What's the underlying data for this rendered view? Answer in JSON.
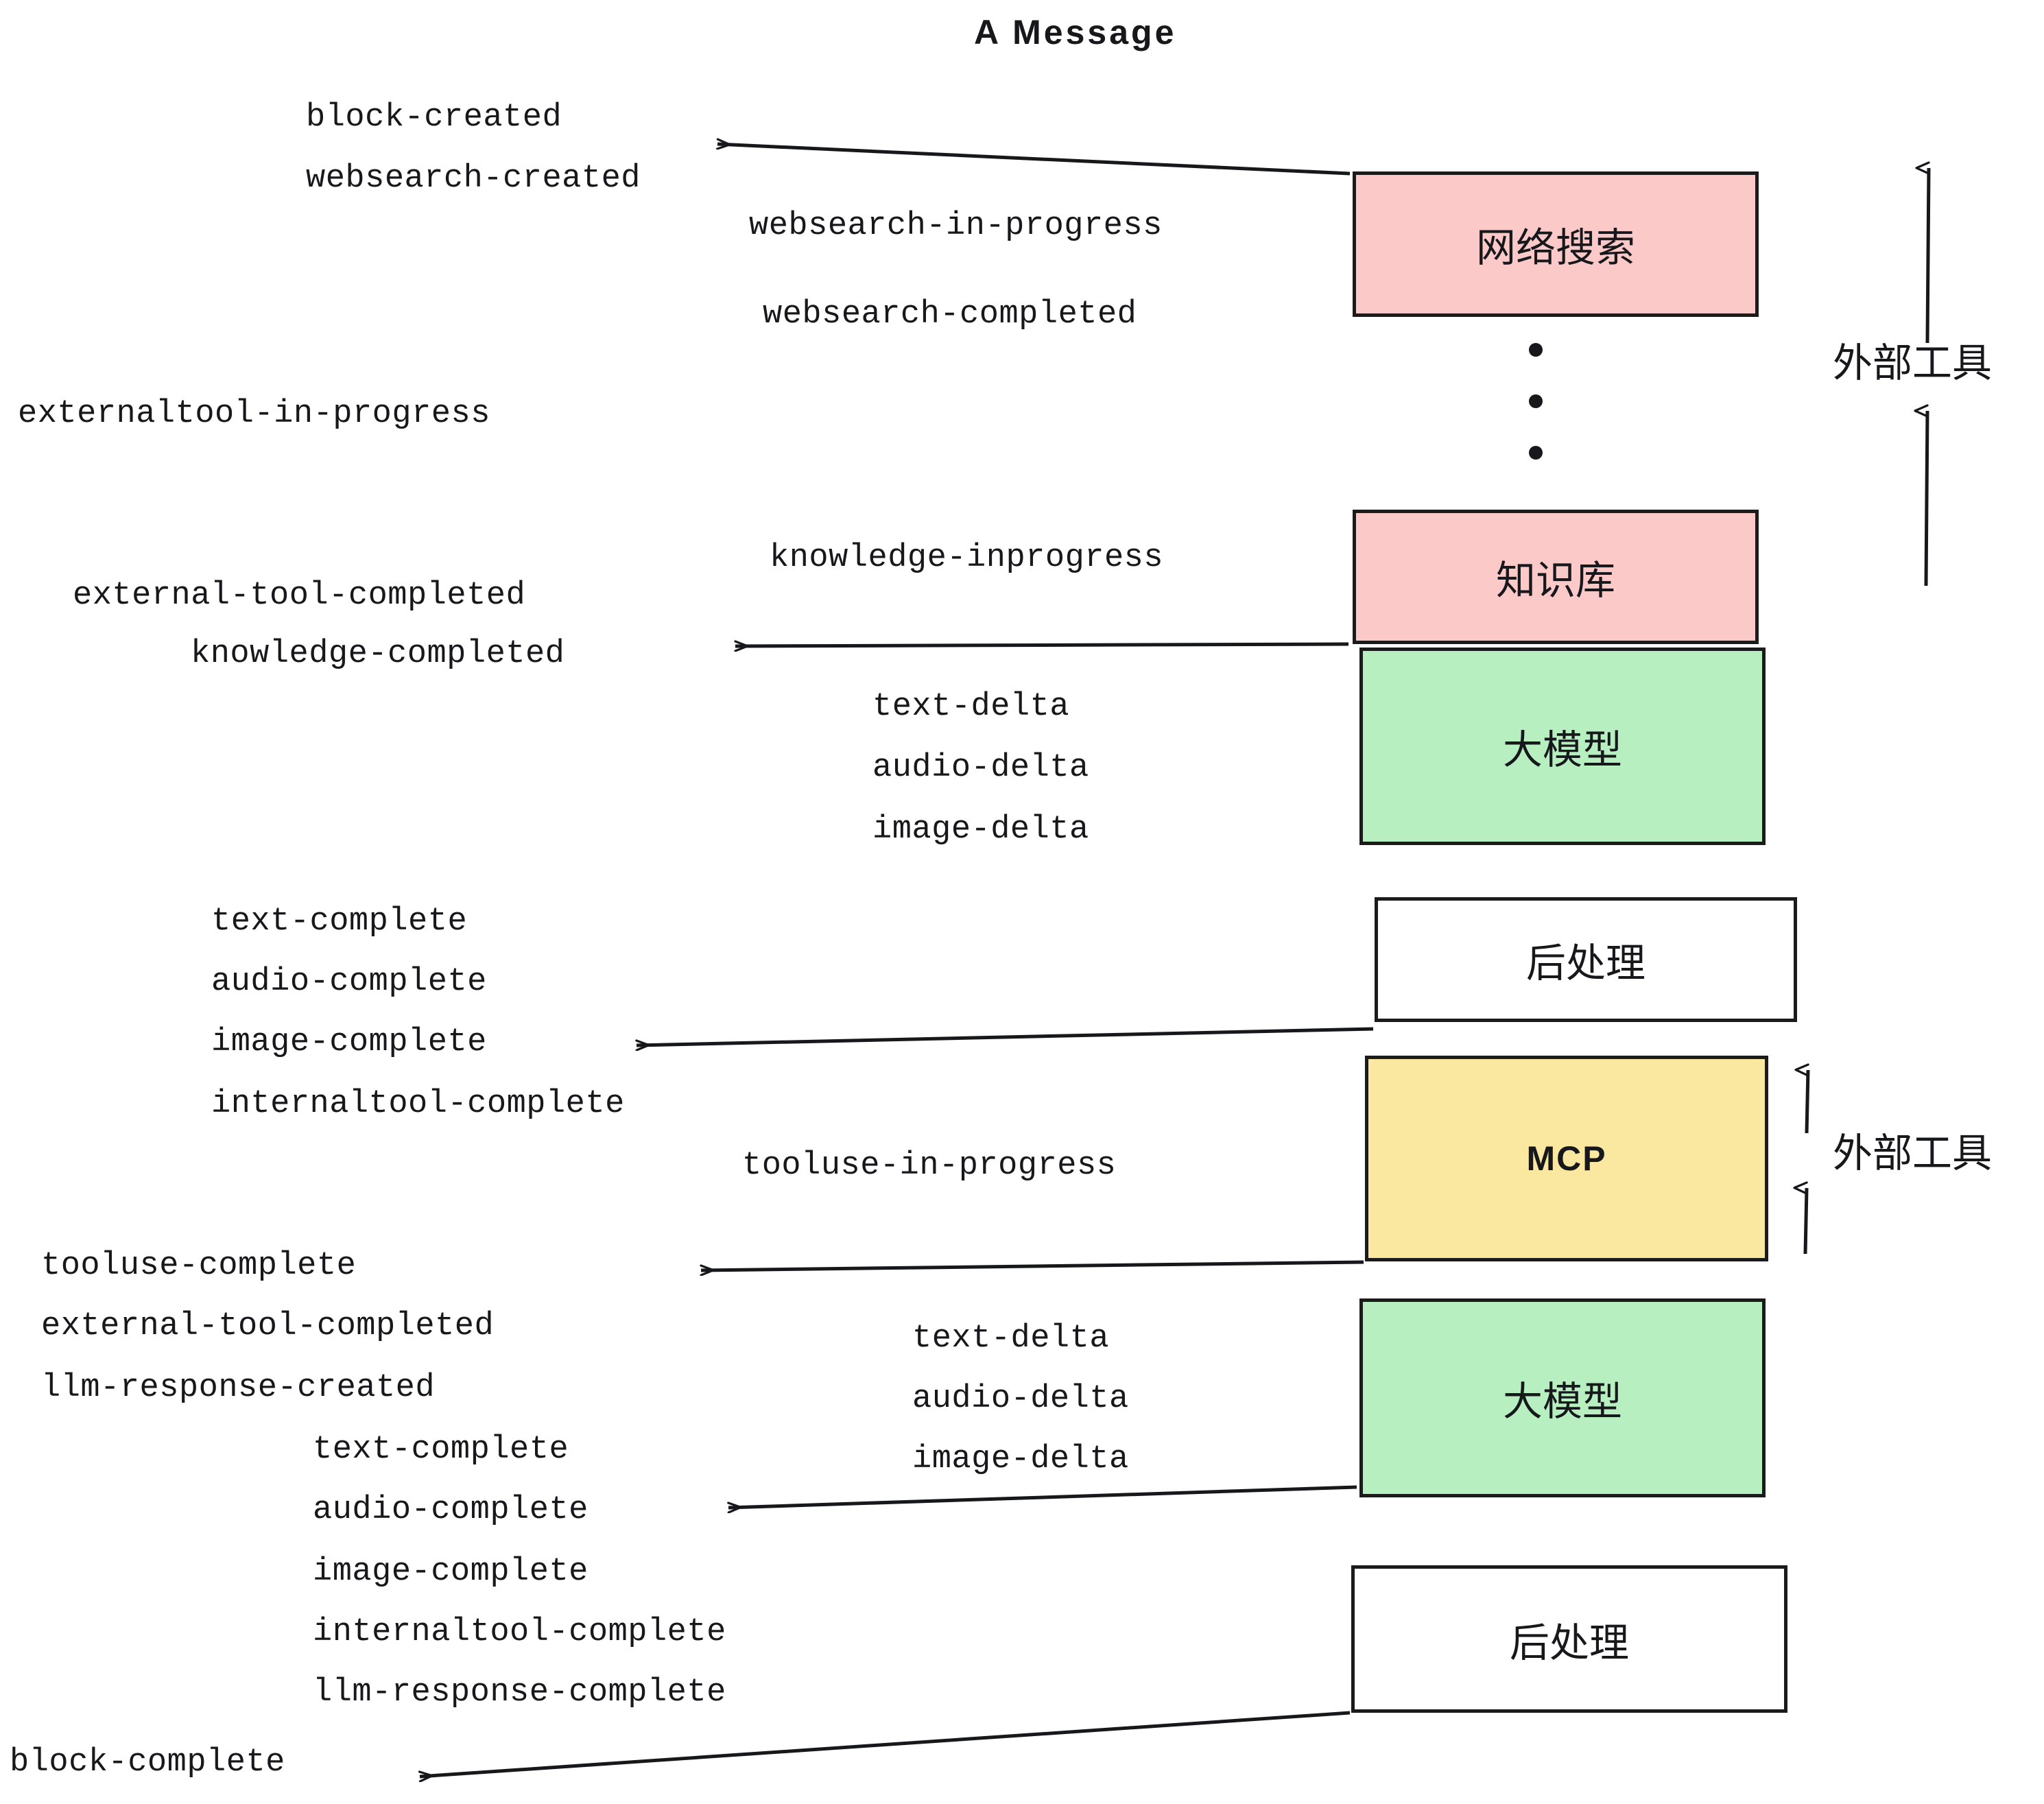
{
  "diagram": {
    "title": "A Message",
    "colors": {
      "pink": "#FCC9C9",
      "green": "#B7EFC0",
      "yellow": "#FBE8A0",
      "white": "#FFFFFF",
      "stroke": "#1b1b1b",
      "text": "#16181c",
      "background": "#FFFFFF"
    },
    "nodes": [
      {
        "id": "websearch",
        "label": "网络搜索",
        "fill": "pink"
      },
      {
        "id": "knowledge",
        "label": "知识库",
        "fill": "pink"
      },
      {
        "id": "llm-1",
        "label": "大模型",
        "fill": "green"
      },
      {
        "id": "postprocess-1",
        "label": "后处理",
        "fill": "white"
      },
      {
        "id": "mcp",
        "label": "MCP",
        "fill": "yellow"
      },
      {
        "id": "llm-2",
        "label": "大模型",
        "fill": "green"
      },
      {
        "id": "postprocess-2",
        "label": "后处理",
        "fill": "white"
      }
    ],
    "side_labels": [
      {
        "id": "external-tools-top",
        "label": "外部工具"
      },
      {
        "id": "external-tools-bottom",
        "label": "外部工具"
      }
    ],
    "ellipsis_dots": 3,
    "events": [
      {
        "id": "e01",
        "text": "block-created"
      },
      {
        "id": "e02",
        "text": "websearch-created"
      },
      {
        "id": "e03",
        "text": "websearch-in-progress"
      },
      {
        "id": "e04",
        "text": "websearch-completed"
      },
      {
        "id": "e05",
        "text": "externaltool-in-progress"
      },
      {
        "id": "e06",
        "text": "knowledge-inprogress"
      },
      {
        "id": "e07",
        "text": "external-tool-completed"
      },
      {
        "id": "e08",
        "text": "knowledge-completed"
      },
      {
        "id": "e09",
        "text": "text-delta"
      },
      {
        "id": "e10",
        "text": "audio-delta"
      },
      {
        "id": "e11",
        "text": "image-delta"
      },
      {
        "id": "e12",
        "text": "text-complete"
      },
      {
        "id": "e13",
        "text": "audio-complete"
      },
      {
        "id": "e14",
        "text": "image-complete"
      },
      {
        "id": "e15",
        "text": "internaltool-complete"
      },
      {
        "id": "e16",
        "text": "tooluse-in-progress"
      },
      {
        "id": "e17",
        "text": "tooluse-complete"
      },
      {
        "id": "e18",
        "text": "external-tool-completed"
      },
      {
        "id": "e19",
        "text": "llm-response-created"
      },
      {
        "id": "e20",
        "text": "text-delta"
      },
      {
        "id": "e21",
        "text": "audio-delta"
      },
      {
        "id": "e22",
        "text": "image-delta"
      },
      {
        "id": "e23",
        "text": "text-complete"
      },
      {
        "id": "e24",
        "text": "audio-complete"
      },
      {
        "id": "e25",
        "text": "image-complete"
      },
      {
        "id": "e26",
        "text": "internaltool-complete"
      },
      {
        "id": "e27",
        "text": "llm-response-complete"
      },
      {
        "id": "e28",
        "text": "block-complete"
      }
    ]
  }
}
